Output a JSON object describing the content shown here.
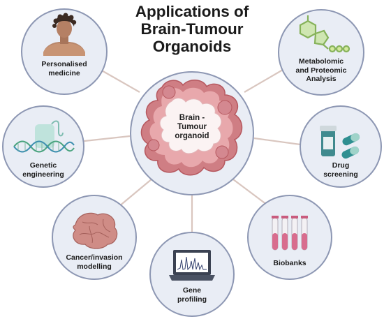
{
  "title": {
    "line1": "Applications of",
    "line2": "Brain-Tumour",
    "line3": "Organoids"
  },
  "center": {
    "line1": "Brain -",
    "line2": "Tumour",
    "line3": "organoid"
  },
  "nodes": {
    "personalised": {
      "line1": "Personalised",
      "line2": "medicine",
      "icon": "person-portrait-icon"
    },
    "metabolomic": {
      "line1": "Metabolomic",
      "line2": "and Proteomic",
      "line3": "Analysis",
      "icon": "molecule-structure-icon"
    },
    "genetic": {
      "line1": "Genetic",
      "line2": "engineering",
      "icon": "dna-editing-icon"
    },
    "drug": {
      "line1": "Drug",
      "line2": "screening",
      "icon": "pill-bottle-icon"
    },
    "cancer": {
      "line1": "Cancer/invasion",
      "line2": "modelling",
      "icon": "tumour-mass-icon"
    },
    "biobanks": {
      "line1": "Biobanks",
      "icon": "test-tubes-icon"
    },
    "gene": {
      "line1": "Gene",
      "line2": "profiling",
      "icon": "laptop-chromatogram-icon"
    }
  },
  "colors": {
    "circle_fill": "#e9edf5",
    "circle_stroke": "#8a94b0",
    "connector": "#d6c2bb",
    "organoid": "#c9737a"
  }
}
